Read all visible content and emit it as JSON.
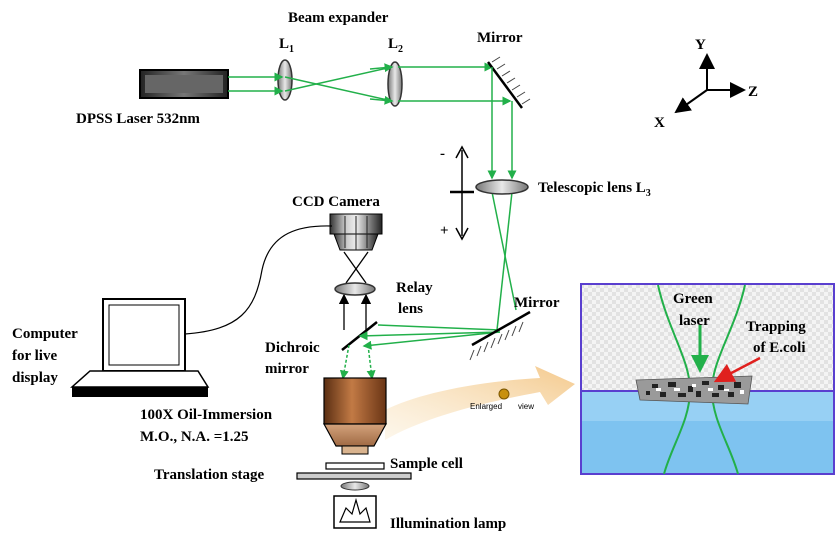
{
  "labels": {
    "beam_expander": "Beam expander",
    "l1": "L",
    "l1_sub": "1",
    "l2": "L",
    "l2_sub": "2",
    "mirror_top": "Mirror",
    "laser": "DPSS Laser 532nm",
    "telescopic": "Telescopic lens L",
    "telescopic_sub": "3",
    "minus": "-",
    "plus": "+",
    "ccd": "CCD Camera",
    "relay_1": "Relay",
    "relay_2": "lens",
    "mirror_mid": "Mirror",
    "dichroic_1": "Dichroic",
    "dichroic_2": "mirror",
    "computer_1": "Computer",
    "computer_2": "for live",
    "computer_3": "display",
    "objective_1": "100X Oil-Immersion",
    "objective_2": "M.O., N.A. =1.25",
    "sample_cell": "Sample cell",
    "translation": "Translation stage",
    "illumination": "Illumination lamp",
    "enlarged_1": "Enlarged",
    "enlarged_2": "view",
    "green_1": "Green",
    "green_2": "laser",
    "trapping_1": "Trapping",
    "trapping_2": "of E.coli",
    "axis_y": "Y",
    "axis_z": "Z",
    "axis_x": "X"
  },
  "colors": {
    "beam": "#22b04a",
    "inset_border": "#5a3fcf",
    "water": "#7ec3f0",
    "objective": "#9a5a2e",
    "arrow_fill": "#f6d9a8",
    "trap_arrow": "#e0201e"
  }
}
